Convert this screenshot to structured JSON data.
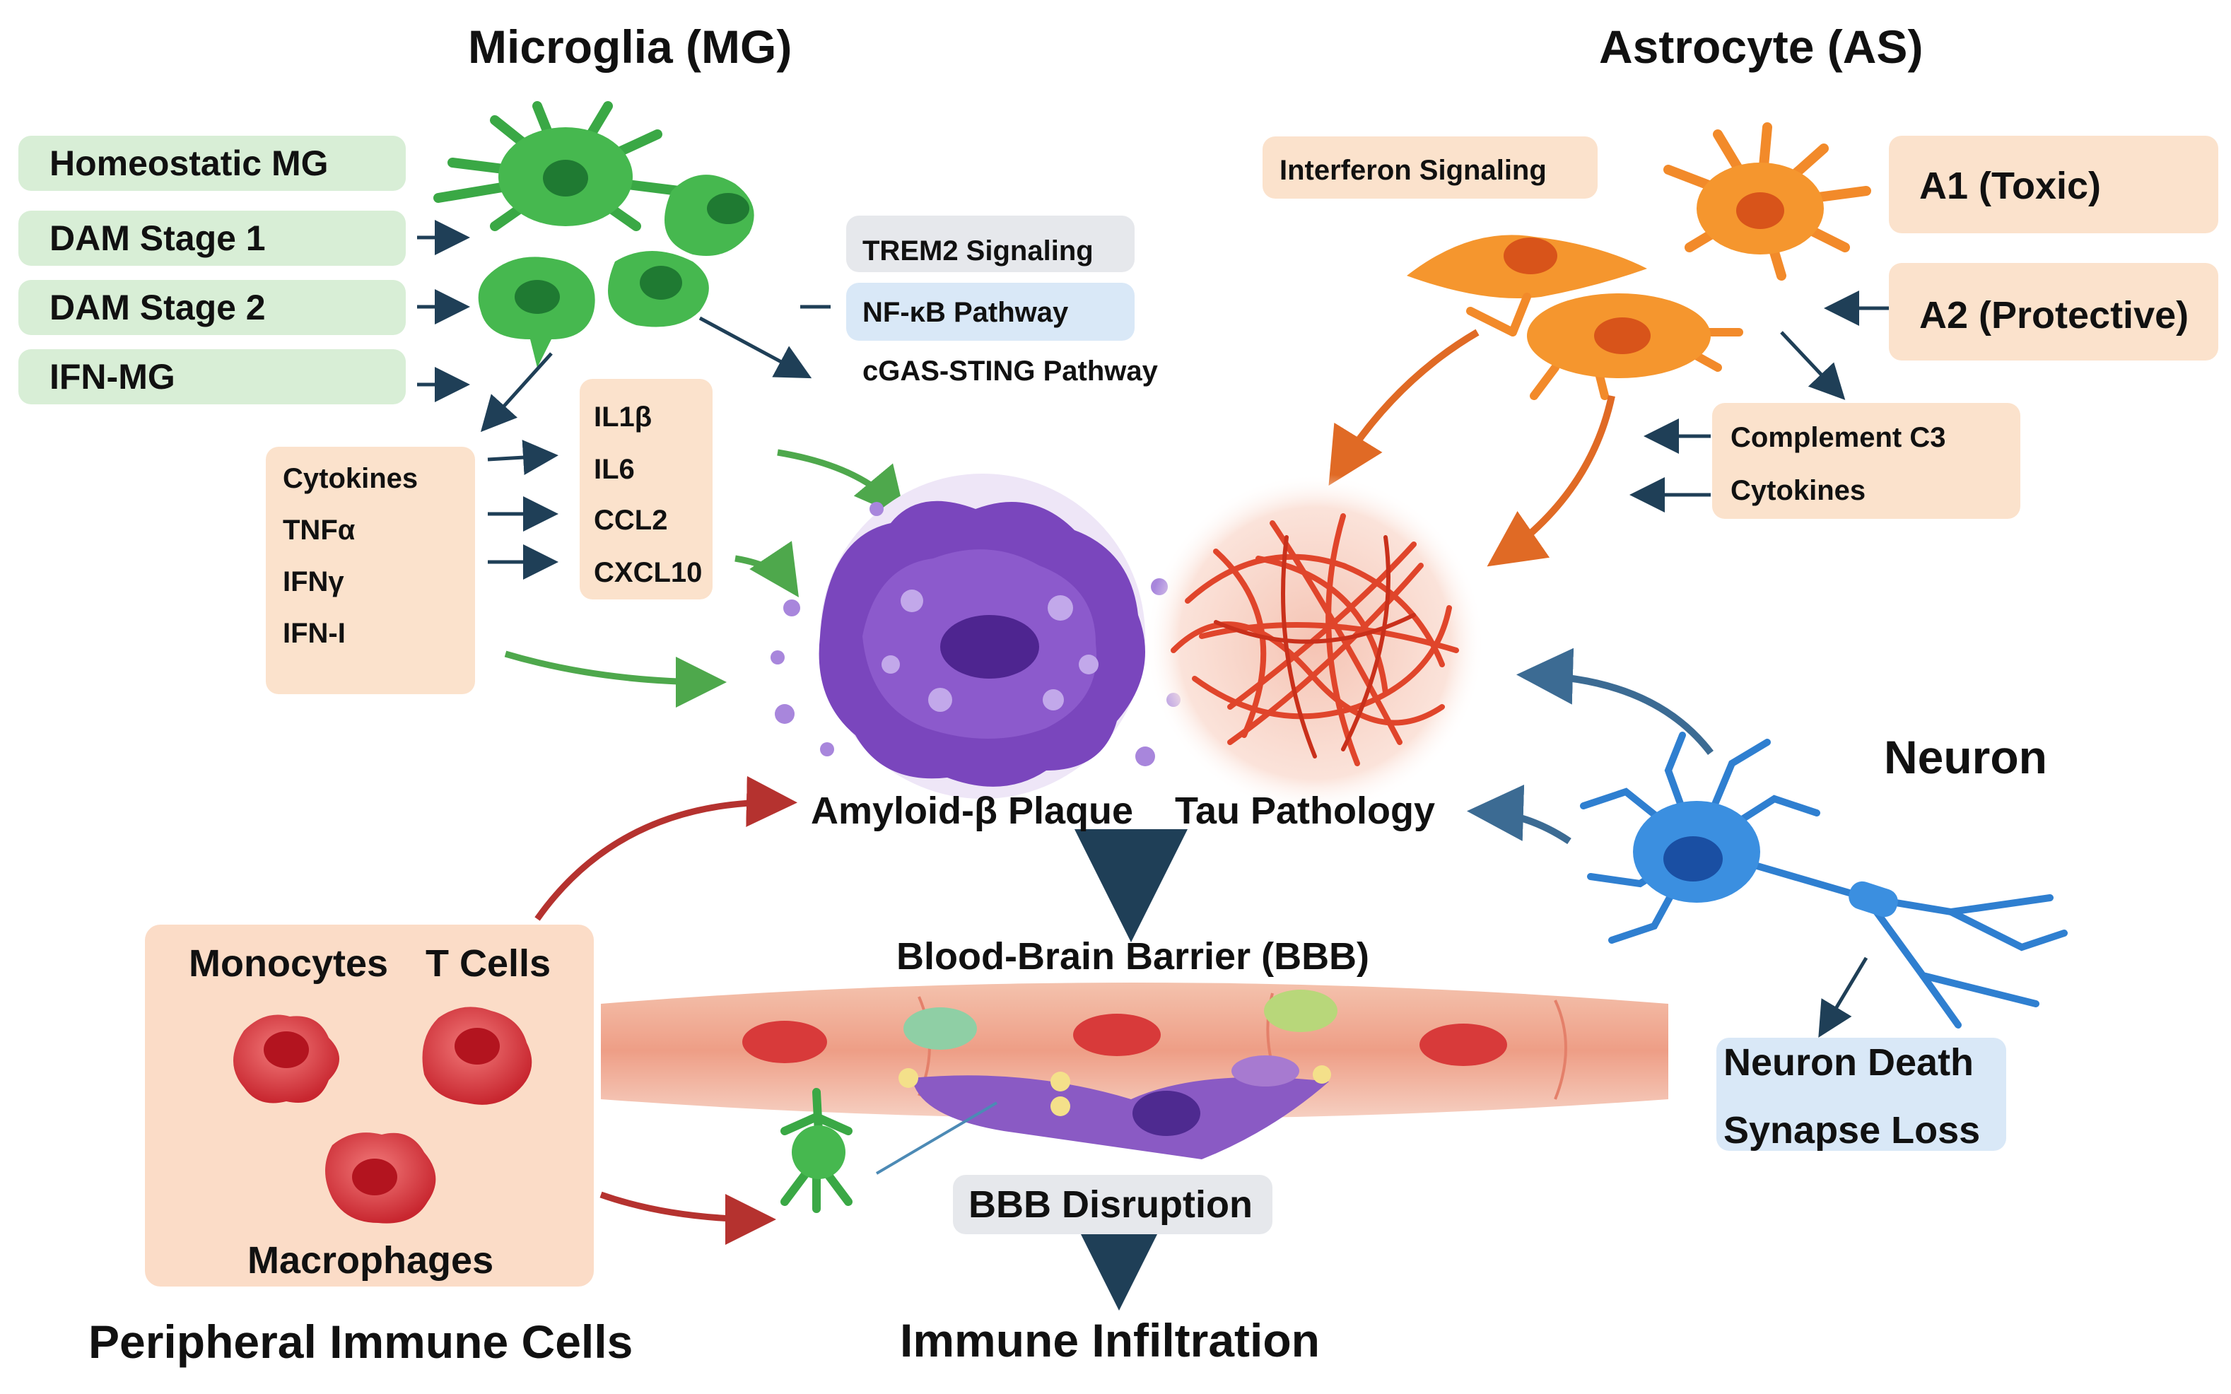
{
  "titles": {
    "microglia": "Microglia (MG)",
    "astrocyte": "Astrocyte (AS)",
    "neuron": "Neuron",
    "peripheral": "Peripheral Immune Cells",
    "infiltration": "Immune Infiltration"
  },
  "microglia_states": [
    "Homeostatic MG",
    "DAM Stage 1",
    "DAM Stage 2",
    "IFN-MG"
  ],
  "microglia_pathways": [
    "TREM2 Signaling",
    "NF-κB Pathway",
    "cGAS-STING Pathway"
  ],
  "cytokines_left": [
    "Cytokines",
    "TNFα",
    "IFNγ",
    "IFN-I"
  ],
  "cytokines_right": [
    "IL1β",
    "IL6",
    "CCL2",
    "CXCL10"
  ],
  "astrocyte": {
    "interferon": "Interferon Signaling",
    "a1": "A1 (Toxic)",
    "a2": "A2 (Protective)",
    "outputs": [
      "Complement C3",
      "Cytokines"
    ]
  },
  "pathology": {
    "amyloid": "Amyloid-β Plaque",
    "tau": "Tau Pathology"
  },
  "bbb": {
    "label": "Blood-Brain Barrier (BBB)",
    "disruption": "BBB Disruption"
  },
  "neuron_effects": [
    "Neuron Death",
    "Synapse Loss"
  ],
  "peripheral_cells": {
    "monocytes": "Monocytes",
    "tcells": "T Cells",
    "macrophages": "Macrophages"
  },
  "colors": {
    "microglia": "#3aa845",
    "astrocyte": "#f28a2a",
    "amyloid": "#7b45b8",
    "tau": "#e0452b",
    "neuron": "#2f7fd0",
    "immune": "#d8343f",
    "arrow_dark": "#1f3f57",
    "arrow_red": "#b5322f",
    "arrow_green": "#4ea84c"
  }
}
